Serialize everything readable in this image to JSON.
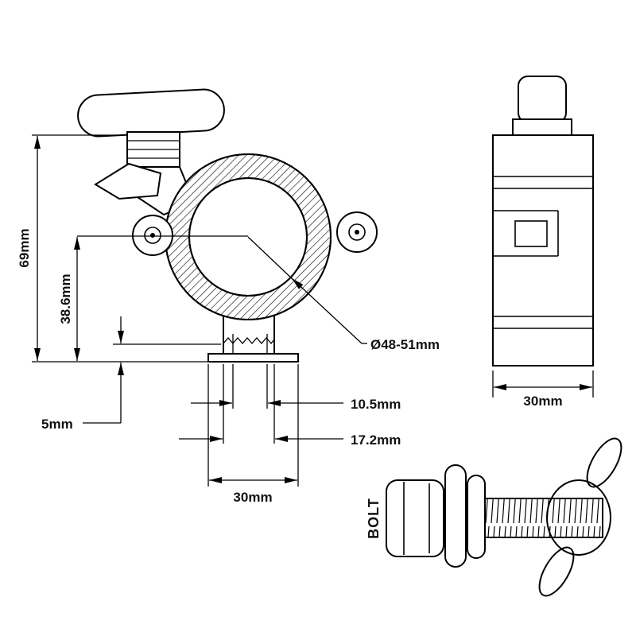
{
  "colors": {
    "background": "#ffffff",
    "line": "#000000",
    "text": "#111111"
  },
  "front_view": {
    "dims": {
      "total_height": "69mm",
      "center_height": "38.6mm",
      "base_gap": "5mm",
      "pipe_diameter": "Ø48-51mm",
      "slot_width": "10.5mm",
      "stem_width": "17.2mm",
      "base_width": "30mm"
    }
  },
  "side_view": {
    "dims": {
      "depth": "30mm"
    }
  },
  "bolt_view": {
    "label": "BOLT"
  }
}
